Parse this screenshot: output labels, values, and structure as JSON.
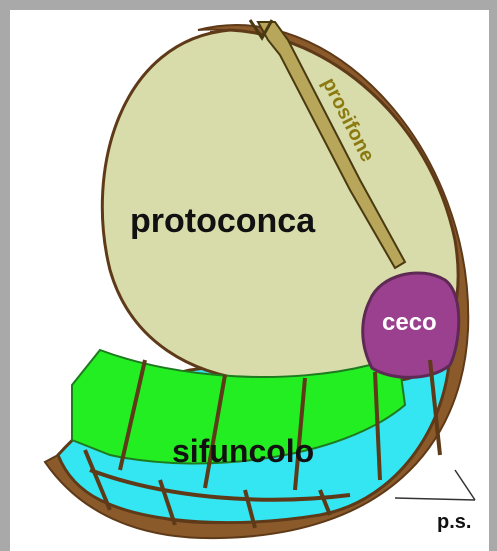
{
  "labels": {
    "protoconca": "protoconca",
    "prosifone": "prosifone",
    "ceco": "ceco",
    "sifuncolo": "sifuncolo",
    "ps": "p.s."
  },
  "colors": {
    "frame_gray": "#a9a9a9",
    "shell_brown": "#8b5a2b",
    "protoconch_fill": "#d8dcaa",
    "caecum_fill": "#9b3f8f",
    "siphuncle_fill": "#22ee22",
    "chamber_fill": "#33e6f2",
    "prosiphon_text": "#8b7a10"
  }
}
